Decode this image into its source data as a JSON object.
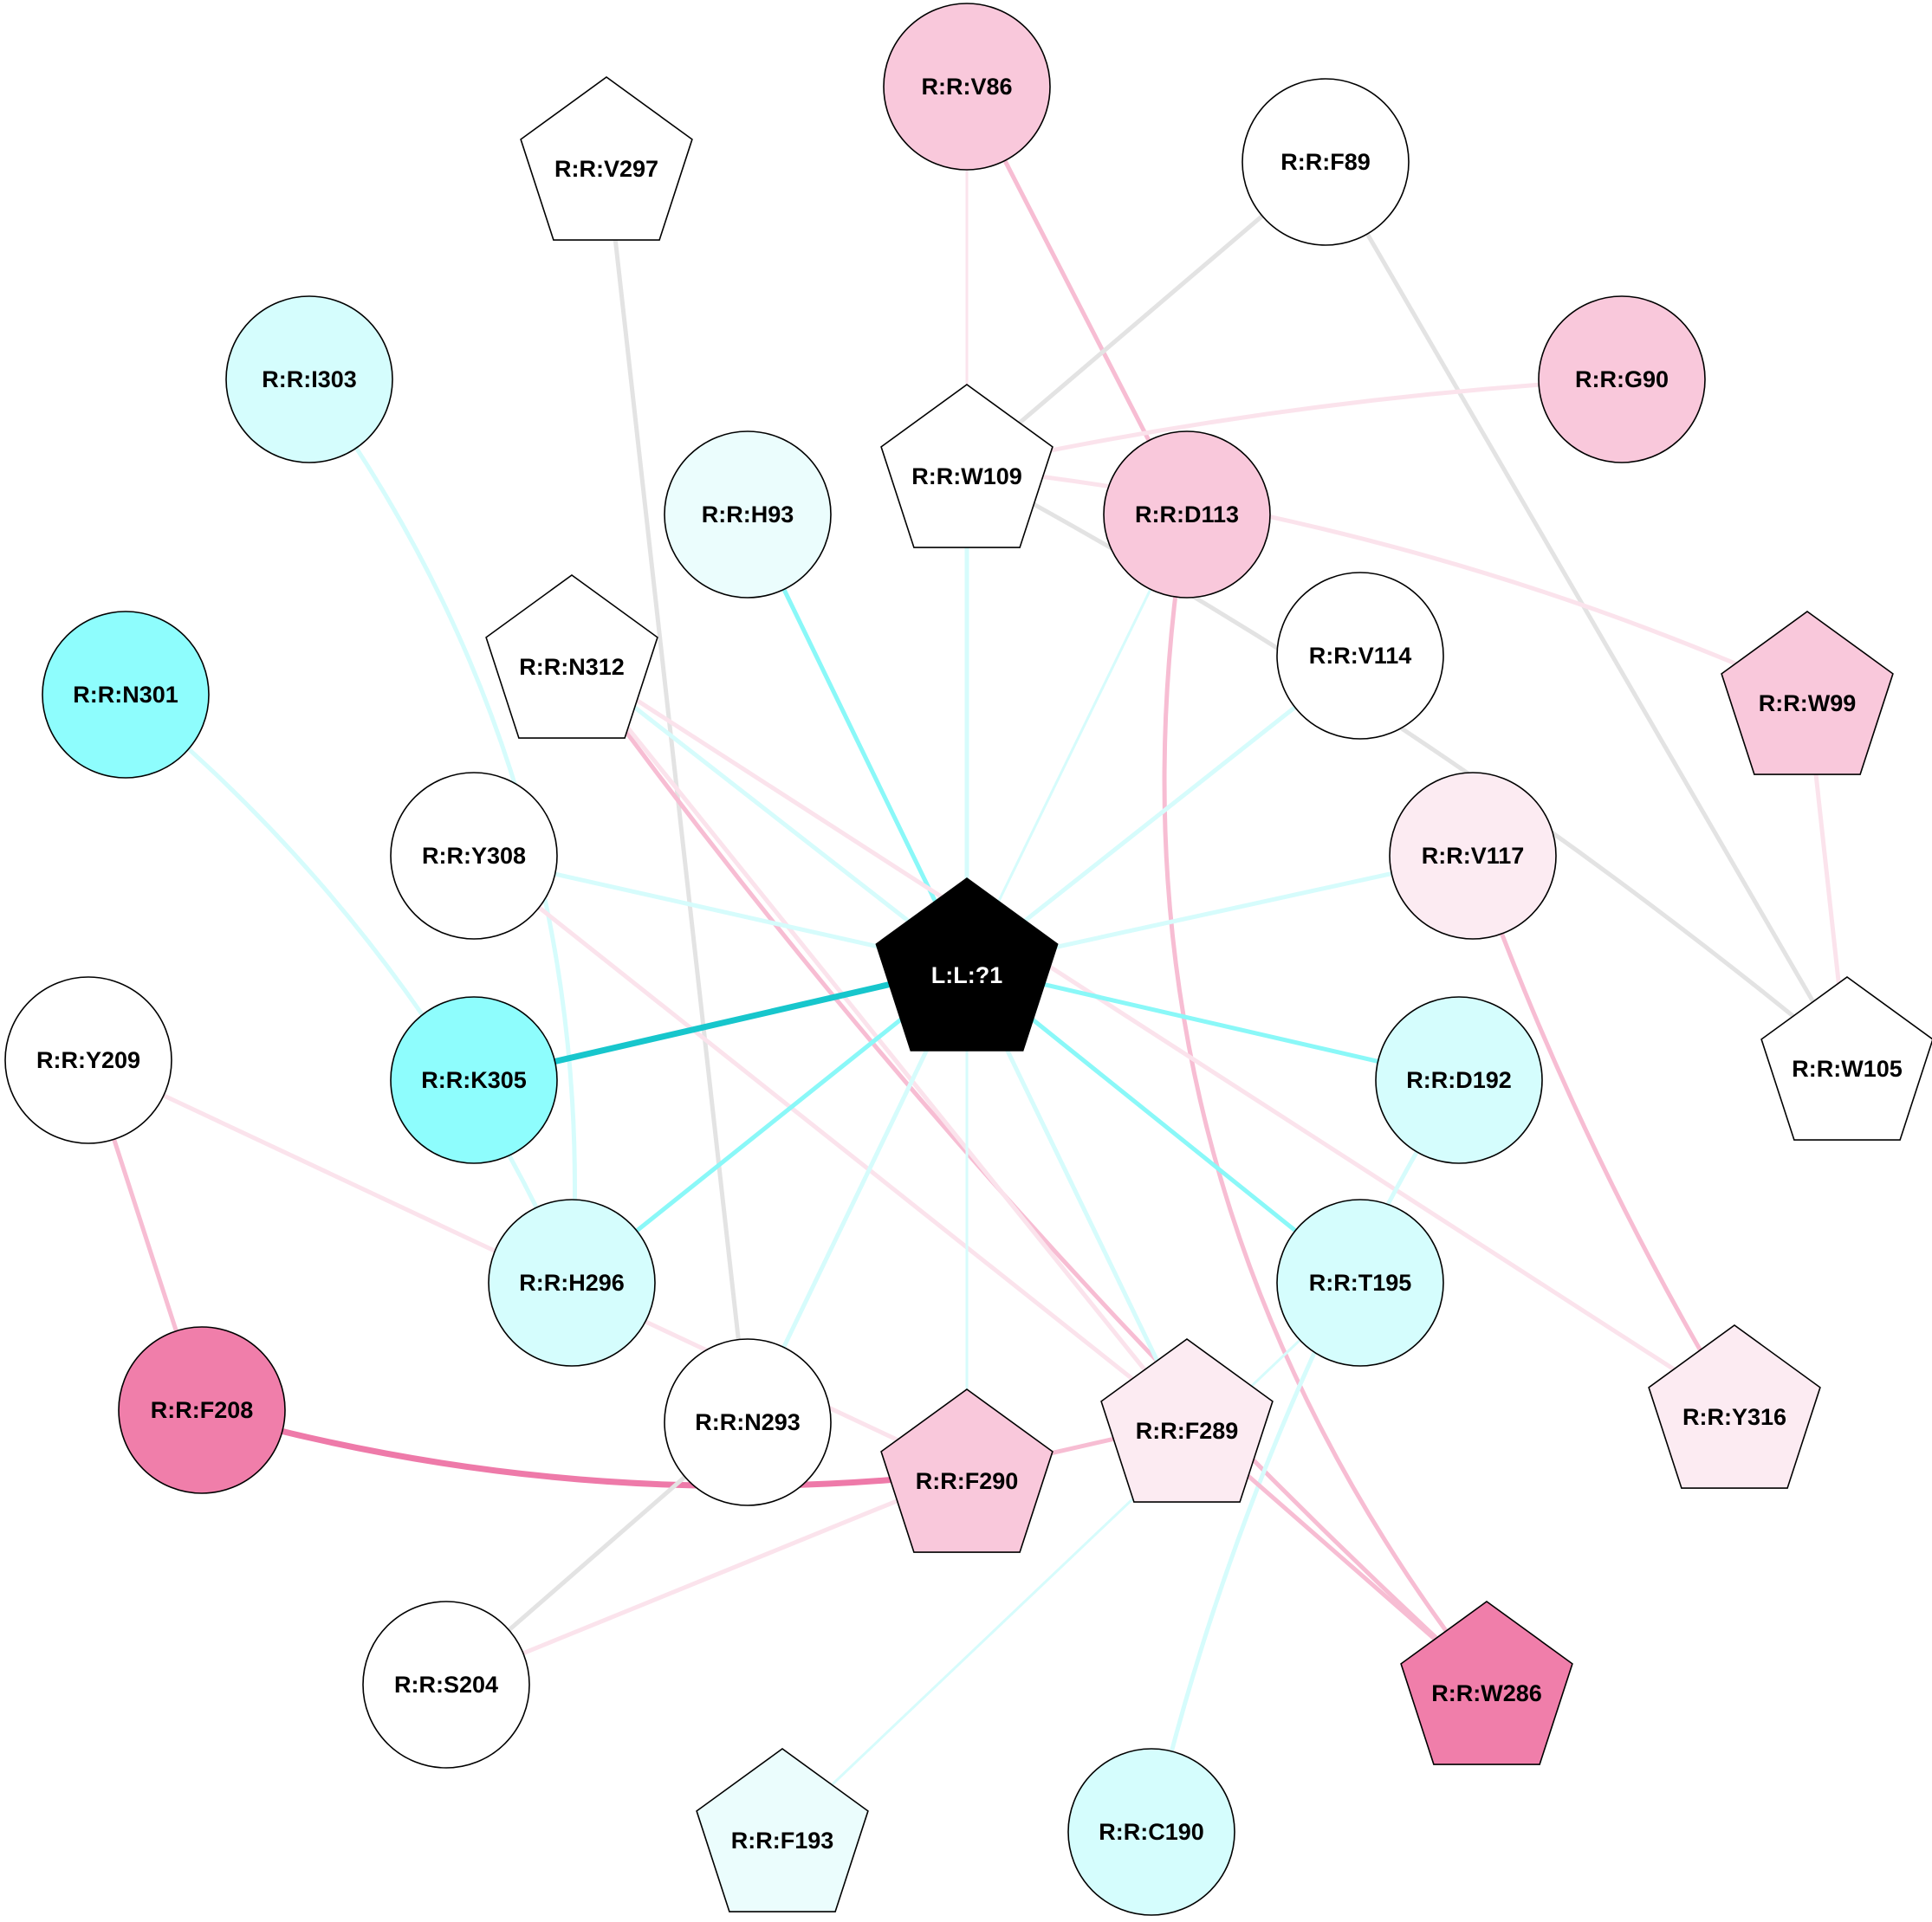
{
  "colors": {
    "ligand": "#000000",
    "white": "#ffffff",
    "cyan_dark": "#8efdfd",
    "cyan_mid": "#d5fdfd",
    "cyan_light": "#ebfdfd",
    "pink_dark": "#f07eaa",
    "pink_mid": "#f9c8db",
    "pink_light": "#fcebf2",
    "edge_teal": "#17c6cc",
    "edge_cyan": "#8af8f8",
    "edge_cyan_light": "#d6fcfc",
    "edge_pink_dark": "#ee7aa9",
    "edge_pink": "#f7bdd3",
    "edge_pink_light": "#fbe3ec",
    "edge_gray": "#e3e3e3"
  },
  "nodes": [
    {
      "id": "L:L:?1",
      "label": "L:L:?1",
      "shape": "pentagon",
      "fill": "ligand",
      "text": "white"
    },
    {
      "id": "R:R:V297",
      "label": "R:R:V297",
      "shape": "pentagon",
      "fill": "white"
    },
    {
      "id": "R:R:V86",
      "label": "R:R:V86",
      "shape": "circle",
      "fill": "pink_mid"
    },
    {
      "id": "R:R:F89",
      "label": "R:R:F89",
      "shape": "circle",
      "fill": "white"
    },
    {
      "id": "R:R:I303",
      "label": "R:R:I303",
      "shape": "circle",
      "fill": "cyan_mid"
    },
    {
      "id": "R:R:G90",
      "label": "R:R:G90",
      "shape": "circle",
      "fill": "pink_mid"
    },
    {
      "id": "R:R:W109",
      "label": "R:R:W109",
      "shape": "pentagon",
      "fill": "white"
    },
    {
      "id": "R:R:H93",
      "label": "R:R:H93",
      "shape": "circle",
      "fill": "cyan_light"
    },
    {
      "id": "R:R:D113",
      "label": "R:R:D113",
      "shape": "circle",
      "fill": "pink_mid"
    },
    {
      "id": "R:R:N312",
      "label": "R:R:N312",
      "shape": "pentagon",
      "fill": "white"
    },
    {
      "id": "R:R:V114",
      "label": "R:R:V114",
      "shape": "circle",
      "fill": "white"
    },
    {
      "id": "R:R:N301",
      "label": "R:R:N301",
      "shape": "circle",
      "fill": "cyan_dark"
    },
    {
      "id": "R:R:W99",
      "label": "R:R:W99",
      "shape": "pentagon",
      "fill": "pink_mid"
    },
    {
      "id": "R:R:Y308",
      "label": "R:R:Y308",
      "shape": "circle",
      "fill": "white"
    },
    {
      "id": "R:R:V117",
      "label": "R:R:V117",
      "shape": "circle",
      "fill": "pink_light"
    },
    {
      "id": "R:R:Y209",
      "label": "R:R:Y209",
      "shape": "circle",
      "fill": "white"
    },
    {
      "id": "R:R:K305",
      "label": "R:R:K305",
      "shape": "circle",
      "fill": "cyan_dark"
    },
    {
      "id": "R:R:D192",
      "label": "R:R:D192",
      "shape": "circle",
      "fill": "cyan_mid"
    },
    {
      "id": "R:R:W105",
      "label": "R:R:W105",
      "shape": "pentagon",
      "fill": "white"
    },
    {
      "id": "R:R:H296",
      "label": "R:R:H296",
      "shape": "circle",
      "fill": "cyan_mid"
    },
    {
      "id": "R:R:T195",
      "label": "R:R:T195",
      "shape": "circle",
      "fill": "cyan_mid"
    },
    {
      "id": "R:R:F208",
      "label": "R:R:F208",
      "shape": "circle",
      "fill": "pink_dark"
    },
    {
      "id": "R:R:N293",
      "label": "R:R:N293",
      "shape": "circle",
      "fill": "white"
    },
    {
      "id": "R:R:F289",
      "label": "R:R:F289",
      "shape": "pentagon",
      "fill": "pink_light"
    },
    {
      "id": "R:R:F290",
      "label": "R:R:F290",
      "shape": "pentagon",
      "fill": "pink_mid"
    },
    {
      "id": "R:R:Y316",
      "label": "R:R:Y316",
      "shape": "pentagon",
      "fill": "pink_light"
    },
    {
      "id": "R:R:S204",
      "label": "R:R:S204",
      "shape": "circle",
      "fill": "white"
    },
    {
      "id": "R:R:W286",
      "label": "R:R:W286",
      "shape": "pentagon",
      "fill": "pink_dark"
    },
    {
      "id": "R:R:F193",
      "label": "R:R:F193",
      "shape": "pentagon",
      "fill": "cyan_light"
    },
    {
      "id": "R:R:C190",
      "label": "R:R:C190",
      "shape": "circle",
      "fill": "cyan_mid"
    }
  ],
  "edges": [
    {
      "source": "R:R:V86",
      "target": "R:R:W109",
      "color": "edge_pink_light",
      "weight": 1
    },
    {
      "source": "R:R:V86",
      "target": "R:R:D113",
      "color": "edge_pink",
      "weight": 2
    },
    {
      "source": "R:R:F89",
      "target": "R:R:W109",
      "color": "edge_gray",
      "weight": 2
    },
    {
      "source": "R:R:F89",
      "target": "R:R:W105",
      "color": "edge_gray",
      "weight": 2
    },
    {
      "source": "R:R:G90",
      "target": "R:R:W109",
      "color": "edge_pink_light",
      "weight": 2
    },
    {
      "source": "R:R:W109",
      "target": "R:R:W99",
      "color": "edge_pink_light",
      "weight": 2
    },
    {
      "source": "R:R:W109",
      "target": "R:R:W105",
      "color": "edge_gray",
      "weight": 2
    },
    {
      "source": "R:R:W109",
      "target": "L:L:?1",
      "color": "edge_cyan_light",
      "weight": 2
    },
    {
      "source": "R:R:V297",
      "target": "R:R:N293",
      "color": "edge_gray",
      "weight": 2
    },
    {
      "source": "R:R:I303",
      "target": "R:R:H296",
      "color": "edge_cyan_light",
      "weight": 2
    },
    {
      "source": "R:R:H93",
      "target": "L:L:?1",
      "color": "edge_cyan",
      "weight": 2
    },
    {
      "source": "R:R:D113",
      "target": "L:L:?1",
      "color": "edge_cyan_light",
      "weight": 1
    },
    {
      "source": "R:R:D113",
      "target": "R:R:W286",
      "color": "edge_pink",
      "weight": 2
    },
    {
      "source": "R:R:N312",
      "target": "L:L:?1",
      "color": "edge_cyan_light",
      "weight": 2
    },
    {
      "source": "R:R:N312",
      "target": "R:R:W286",
      "color": "edge_pink",
      "weight": 2
    },
    {
      "source": "R:R:N312",
      "target": "R:R:F289",
      "color": "edge_pink_light",
      "weight": 2
    },
    {
      "source": "R:R:N312",
      "target": "R:R:Y316",
      "color": "edge_pink_light",
      "weight": 2
    },
    {
      "source": "R:R:V114",
      "target": "L:L:?1",
      "color": "edge_cyan_light",
      "weight": 2
    },
    {
      "source": "R:R:N301",
      "target": "R:R:H296",
      "color": "edge_cyan_light",
      "weight": 2
    },
    {
      "source": "R:R:W99",
      "target": "R:R:W105",
      "color": "edge_pink_light",
      "weight": 2
    },
    {
      "source": "R:R:Y308",
      "target": "L:L:?1",
      "color": "edge_cyan_light",
      "weight": 2
    },
    {
      "source": "R:R:Y308",
      "target": "R:R:F289",
      "color": "edge_pink_light",
      "weight": 2
    },
    {
      "source": "R:R:V117",
      "target": "L:L:?1",
      "color": "edge_cyan_light",
      "weight": 2
    },
    {
      "source": "R:R:V117",
      "target": "R:R:Y316",
      "color": "edge_pink",
      "weight": 2
    },
    {
      "source": "R:R:Y209",
      "target": "R:R:F208",
      "color": "edge_pink",
      "weight": 2
    },
    {
      "source": "R:R:Y209",
      "target": "R:R:F290",
      "color": "edge_pink_light",
      "weight": 2
    },
    {
      "source": "R:R:K305",
      "target": "L:L:?1",
      "color": "edge_teal",
      "weight": 3
    },
    {
      "source": "R:R:D192",
      "target": "L:L:?1",
      "color": "edge_cyan",
      "weight": 2
    },
    {
      "source": "R:R:D192",
      "target": "R:R:C190",
      "color": "edge_cyan_light",
      "weight": 2
    },
    {
      "source": "R:R:H296",
      "target": "L:L:?1",
      "color": "edge_cyan",
      "weight": 2
    },
    {
      "source": "R:R:T195",
      "target": "L:L:?1",
      "color": "edge_cyan",
      "weight": 2
    },
    {
      "source": "R:R:T195",
      "target": "R:R:F193",
      "color": "edge_cyan_light",
      "weight": 1
    },
    {
      "source": "R:R:F208",
      "target": "R:R:F290",
      "color": "edge_pink_dark",
      "weight": 3
    },
    {
      "source": "R:R:N293",
      "target": "L:L:?1",
      "color": "edge_cyan_light",
      "weight": 2
    },
    {
      "source": "R:R:N293",
      "target": "R:R:S204",
      "color": "edge_gray",
      "weight": 2
    },
    {
      "source": "R:R:F289",
      "target": "L:L:?1",
      "color": "edge_cyan_light",
      "weight": 2
    },
    {
      "source": "R:R:F289",
      "target": "R:R:F290",
      "color": "edge_pink",
      "weight": 2
    },
    {
      "source": "R:R:F289",
      "target": "R:R:W286",
      "color": "edge_pink",
      "weight": 2
    },
    {
      "source": "R:R:F290",
      "target": "L:L:?1",
      "color": "edge_cyan_light",
      "weight": 1
    },
    {
      "source": "R:R:F290",
      "target": "R:R:S204",
      "color": "edge_pink_light",
      "weight": 2
    }
  ]
}
